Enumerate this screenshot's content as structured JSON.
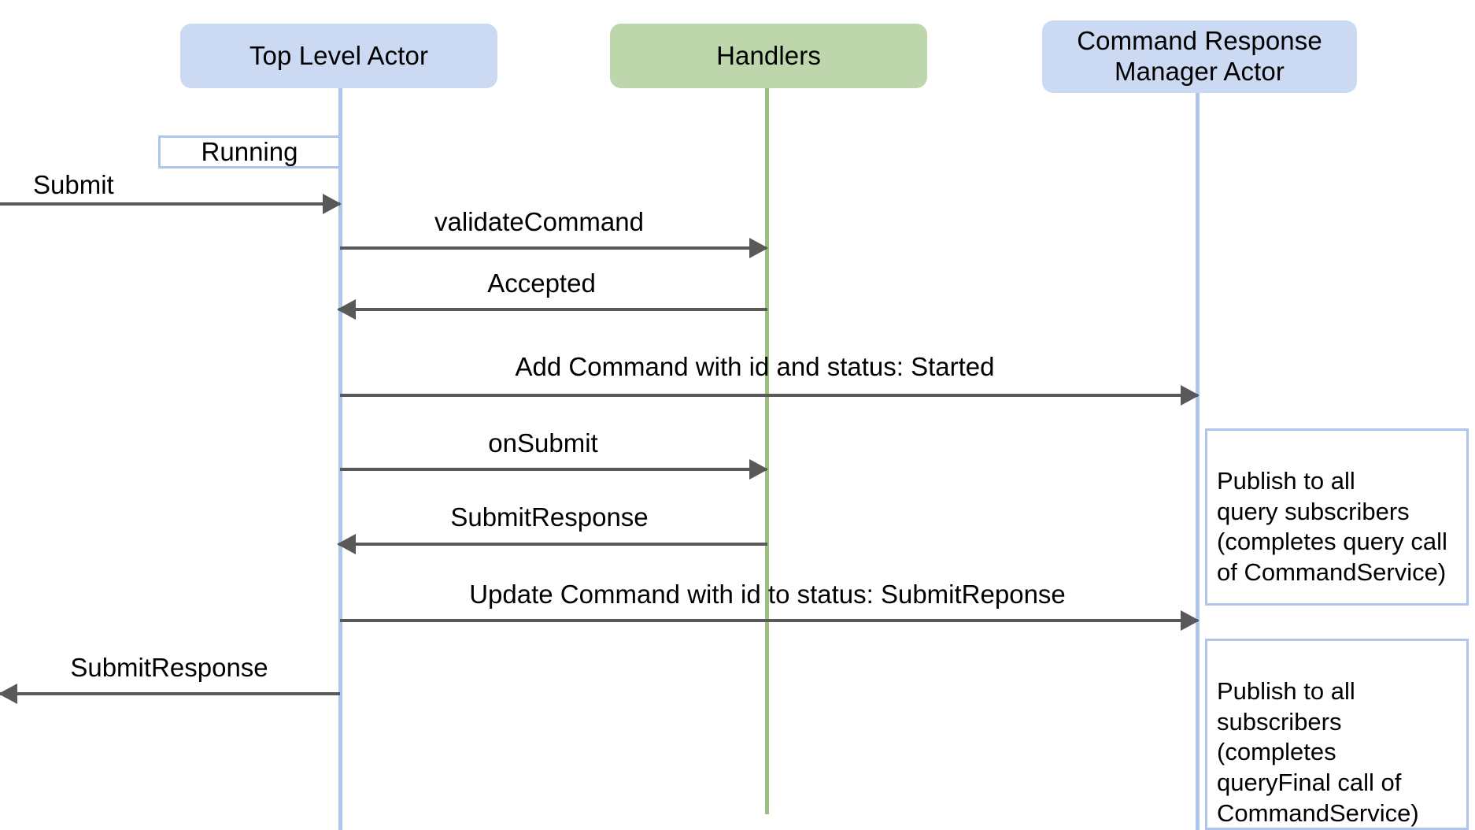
{
  "diagram": {
    "type": "sequence-diagram",
    "colors": {
      "actor_blue_fill": "#ccd9f2",
      "actor_green_fill": "#bdd6ac",
      "lifeline_blue": "#aec6ec",
      "lifeline_green": "#9cc07f",
      "arrow": "#595959",
      "note_border": "#aec6ec",
      "background": "#ffffff"
    },
    "actors": [
      {
        "id": "top-level-actor",
        "label": "Top Level Actor",
        "style": "blue"
      },
      {
        "id": "handlers",
        "label": "Handlers",
        "style": "green"
      },
      {
        "id": "command-response-manager-actor",
        "label": "Command Response\nManager Actor",
        "label_line1": "Command Response",
        "label_line2": "Manager Actor",
        "style": "blue"
      }
    ],
    "states": [
      {
        "id": "running",
        "label": "Running",
        "on": "top-level-actor"
      }
    ],
    "messages": [
      {
        "id": "submit",
        "label": "Submit",
        "from": "external-left",
        "to": "top-level-actor",
        "direction": "right"
      },
      {
        "id": "validate-command",
        "label": "validateCommand",
        "from": "top-level-actor",
        "to": "handlers",
        "direction": "right"
      },
      {
        "id": "accepted",
        "label": "Accepted",
        "from": "handlers",
        "to": "top-level-actor",
        "direction": "left"
      },
      {
        "id": "add-command",
        "label": "Add Command with id and status: Started",
        "from": "top-level-actor",
        "to": "command-response-manager-actor",
        "direction": "right"
      },
      {
        "id": "on-submit",
        "label": "onSubmit",
        "from": "top-level-actor",
        "to": "handlers",
        "direction": "right"
      },
      {
        "id": "submit-response-handler",
        "label": "SubmitResponse",
        "from": "handlers",
        "to": "top-level-actor",
        "direction": "left"
      },
      {
        "id": "update-command",
        "label": "Update Command with id to status: SubmitReponse",
        "from": "top-level-actor",
        "to": "command-response-manager-actor",
        "direction": "right"
      },
      {
        "id": "submit-response-out",
        "label": "SubmitResponse",
        "from": "top-level-actor",
        "to": "external-left",
        "direction": "left"
      }
    ],
    "notes": [
      {
        "id": "publish-query-subscribers",
        "text": "Publish to all\nquery subscribers\n(completes query call\nof CommandService)",
        "on": "command-response-manager-actor"
      },
      {
        "id": "publish-all-subscribers",
        "text": "Publish to all\nsubscribers\n(completes\nqueryFinal call of\nCommandService)",
        "on": "command-response-manager-actor"
      }
    ]
  }
}
